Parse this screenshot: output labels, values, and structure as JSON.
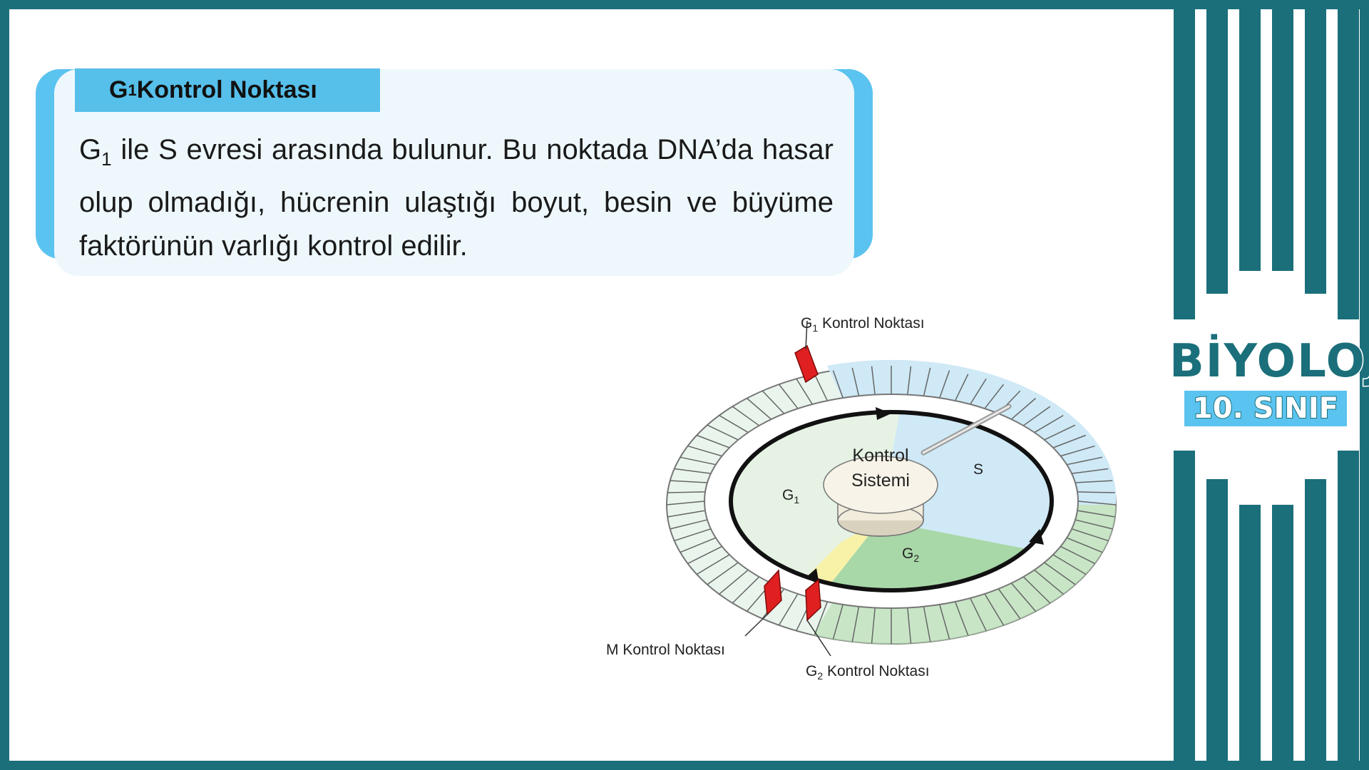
{
  "card": {
    "title_prefix": "G",
    "title_sub": "1",
    "title_rest": " Kontrol Noktası",
    "text_prefix": "G",
    "text_sub": "1",
    "text_rest": " ile S evresi arasında bulunur. Bu noktada DNA’da hasar olup olmadığı, hücrenin ulaştığı boyut, besin ve büyüme faktörünün varlığı kontrol edilir."
  },
  "diagram": {
    "g1_checkpoint": {
      "prefix": "G",
      "sub": "1",
      "rest": " Kontrol Noktası"
    },
    "g2_checkpoint": {
      "prefix": "G",
      "sub": "2",
      "rest": " Kontrol Noktası"
    },
    "m_checkpoint": "M Kontrol Noktası",
    "center_line1": "Kontrol",
    "center_line2": "Sistemi",
    "phase_g1": {
      "prefix": "G",
      "sub": "1"
    },
    "phase_g2": {
      "prefix": "G",
      "sub": "2"
    },
    "phase_s": "S"
  },
  "brand": {
    "title": "BİYOLOJİ",
    "subtitle": "10. SINIF"
  },
  "colors": {
    "frame": "#1a6f7a",
    "accent_blue": "#5bc3ef",
    "card_bg": "#eef8fc",
    "checkpoint_red": "#e02020",
    "g1_fill": "#e6f3e4",
    "s_fill": "#cfe9f6",
    "g2_fill": "#a9d8a8",
    "m_fill": "#f7f2a8"
  }
}
